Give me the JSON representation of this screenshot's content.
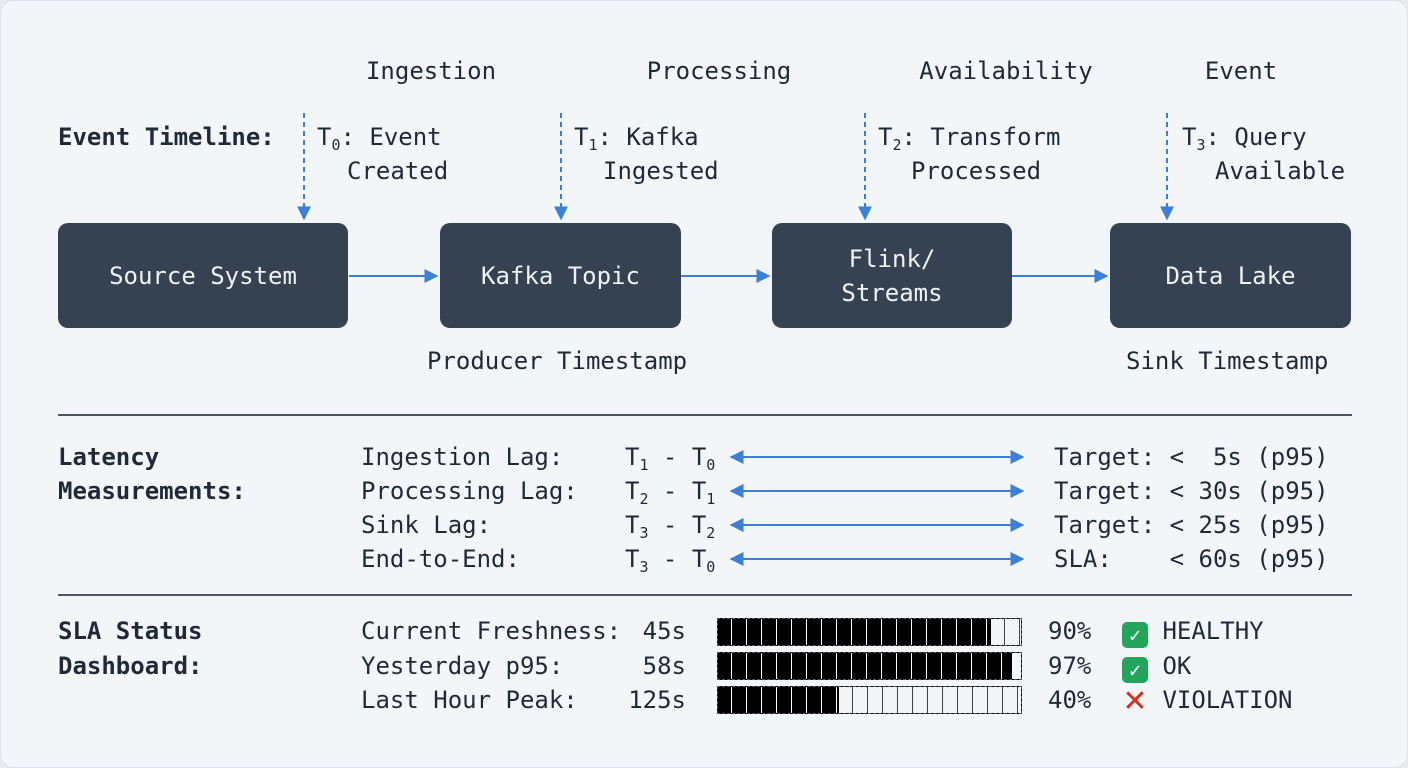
{
  "stages": [
    "Ingestion",
    "Processing",
    "Availability",
    "Event"
  ],
  "timeline": {
    "label": "Event Timeline:",
    "markers": [
      {
        "t": "T",
        "sub": "0",
        "line1": ": Event",
        "line2": "Created"
      },
      {
        "t": "T",
        "sub": "1",
        "line1": ": Kafka",
        "line2": "Ingested"
      },
      {
        "t": "T",
        "sub": "2",
        "line1": ": Transform",
        "line2": "Processed"
      },
      {
        "t": "T",
        "sub": "3",
        "line1": ": Query",
        "line2": "Available"
      }
    ]
  },
  "boxes": [
    "Source System",
    "Kafka Topic",
    "Flink/\nStreams",
    "Data Lake"
  ],
  "timestamps": {
    "producer": "Producer Timestamp",
    "sink": "Sink Timestamp"
  },
  "latency": {
    "label_line1": "Latency",
    "label_line2": "Measurements:",
    "rows": [
      {
        "name": "Ingestion Lag:",
        "a": "1",
        "b": "0",
        "target": "Target: <  5s (p95)"
      },
      {
        "name": "Processing Lag:",
        "a": "2",
        "b": "1",
        "target": "Target: < 30s (p95)"
      },
      {
        "name": "Sink Lag:",
        "a": "3",
        "b": "2",
        "target": "Target: < 25s (p95)"
      },
      {
        "name": "End-to-End:",
        "a": "3",
        "b": "0",
        "target": "SLA:    < 60s (p95)"
      }
    ]
  },
  "sla": {
    "label_line1": "SLA Status",
    "label_line2": "Dashboard:",
    "rows": [
      {
        "name": "Current Freshness:",
        "value": "45s",
        "percent": "90%",
        "fill": 0.9,
        "status": "HEALTHY",
        "icon": "check-icon",
        "icon_color": "#22a55b"
      },
      {
        "name": "Yesterday p95:",
        "value": "58s",
        "percent": "97%",
        "fill": 0.97,
        "status": "OK",
        "icon": "check-icon",
        "icon_color": "#22a55b"
      },
      {
        "name": "Last Hour Peak:",
        "value": "125s",
        "percent": "40%",
        "fill": 0.4,
        "status": "VIOLATION",
        "icon": "cross-icon",
        "icon_color": "#d92d20"
      }
    ]
  },
  "colors": {
    "arrow": "#3b7fd6",
    "box": "#364152",
    "box_text": "#eef2f6"
  }
}
